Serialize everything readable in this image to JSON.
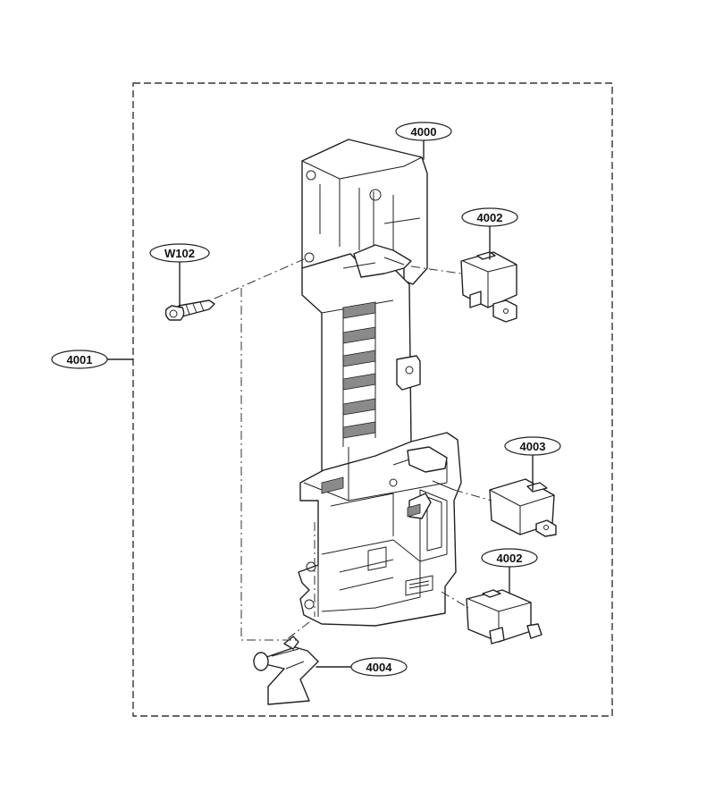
{
  "callouts": [
    {
      "id": "frame",
      "label": "4001"
    },
    {
      "id": "latch-board",
      "label": "4000"
    },
    {
      "id": "switch-top",
      "label": "4002"
    },
    {
      "id": "screw",
      "label": "W102"
    },
    {
      "id": "switch-middle",
      "label": "4003"
    },
    {
      "id": "switch-bottom",
      "label": "4002"
    },
    {
      "id": "lever",
      "label": "4004"
    }
  ]
}
